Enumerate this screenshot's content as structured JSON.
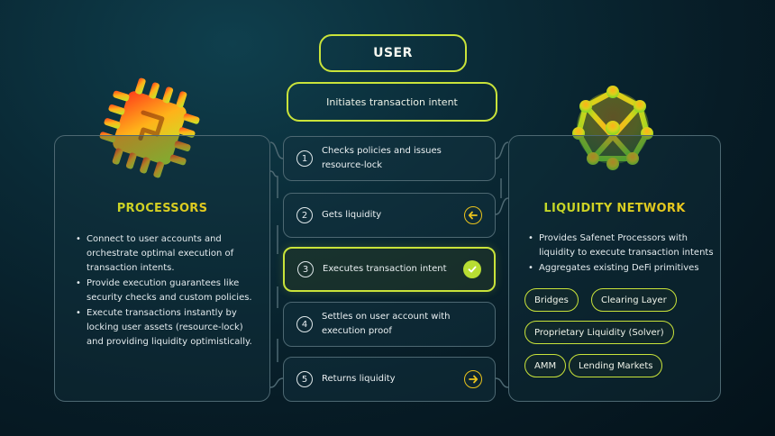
{
  "user": {
    "label": "USER"
  },
  "intent": {
    "label": "Initiates transaction intent"
  },
  "processors": {
    "title": "PROCESSORS",
    "bullets": [
      "Connect to user accounts and orchestrate optimal execution of transaction intents.",
      "Provide execution guarantees like security checks and custom policies.",
      "Execute transactions instantly by locking user assets (resource-lock) and providing liquidity optimistically."
    ]
  },
  "liquidity": {
    "title": "LIQUIDITY NETWORK",
    "bullets": [
      "Provides Safenet Processors with liquidity to execute transaction intents",
      "Aggregates existing DeFi primitives"
    ],
    "tags": [
      "Bridges",
      "Clearing Layer",
      "Proprietary Liquidity (Solver)",
      "AMM",
      "Lending Markets"
    ]
  },
  "steps": [
    {
      "num": "1",
      "text": "Checks policies and issues resource-lock",
      "icon": ""
    },
    {
      "num": "2",
      "text": "Gets liquidity",
      "icon": "arrow-left-icon"
    },
    {
      "num": "3",
      "text": "Executes transaction intent",
      "icon": "check-icon"
    },
    {
      "num": "4",
      "text": "Settles on user account with execution proof",
      "icon": ""
    },
    {
      "num": "5",
      "text": "Returns liquidity",
      "icon": "arrow-right-icon"
    }
  ],
  "colors": {
    "accent_lime": "#c9e33a",
    "accent_yellow": "#f6c21a",
    "panel_border": "#4d6872",
    "background": "#0a2a36"
  }
}
